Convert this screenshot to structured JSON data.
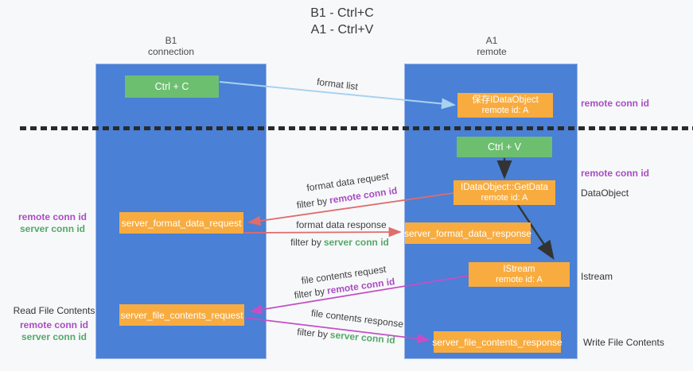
{
  "colors": {
    "column-blue": "#4a80d5",
    "box-orange": "#f8ac40",
    "box-green": "#6dbf70",
    "label-purple": "#a94dc1",
    "label-green": "#55a868",
    "arrow-red": "#e06c6c",
    "arrow-magenta": "#c44fc4",
    "arrow-lightblue": "#a8d2ef",
    "arrow-black": "#333333",
    "background": "#f7f8fa",
    "text-dark": "#3a3a3a"
  },
  "title": {
    "line1": "B1 - Ctrl+C",
    "line2": "A1 - Ctrl+V"
  },
  "columns": {
    "left": {
      "title": "B1",
      "subtitle": "connection"
    },
    "right": {
      "title": "A1",
      "subtitle": "remote"
    }
  },
  "nodes": {
    "ctrl_c": {
      "label": "Ctrl + C"
    },
    "ctrl_v": {
      "label": "Ctrl + V"
    },
    "save_dataobject": {
      "line1": "保存IDataObject",
      "line2": "remote id: A"
    },
    "getdata": {
      "line1": "IDataObject::GetData",
      "line2": "remote id: A"
    },
    "istream": {
      "line1": "IStream",
      "line2": "remote id: A"
    },
    "server_format_data_request": {
      "label": "server_format_data_request"
    },
    "server_format_data_response": {
      "label": "server_format_data_response"
    },
    "server_file_contents_request": {
      "label": "server_file_contents_request"
    },
    "server_file_contents_response": {
      "label": "server_file_contents_response"
    }
  },
  "arrow_labels": {
    "format_list": "format list",
    "format_data_request": "format data request",
    "format_data_response": "format data response",
    "file_contents_request": "file contents request",
    "file_contents_response": "file contents response",
    "filter_by": "filter by",
    "remote_conn_id": "remote conn id",
    "server_conn_id": "server conn id"
  },
  "side_labels": {
    "remote_conn_id": "remote conn id",
    "server_conn_id": "server conn id",
    "dataobject": "DataObject",
    "istream": "Istream",
    "read_file_contents": "Read File Contents",
    "write_file_contents": "Write File Contents"
  }
}
